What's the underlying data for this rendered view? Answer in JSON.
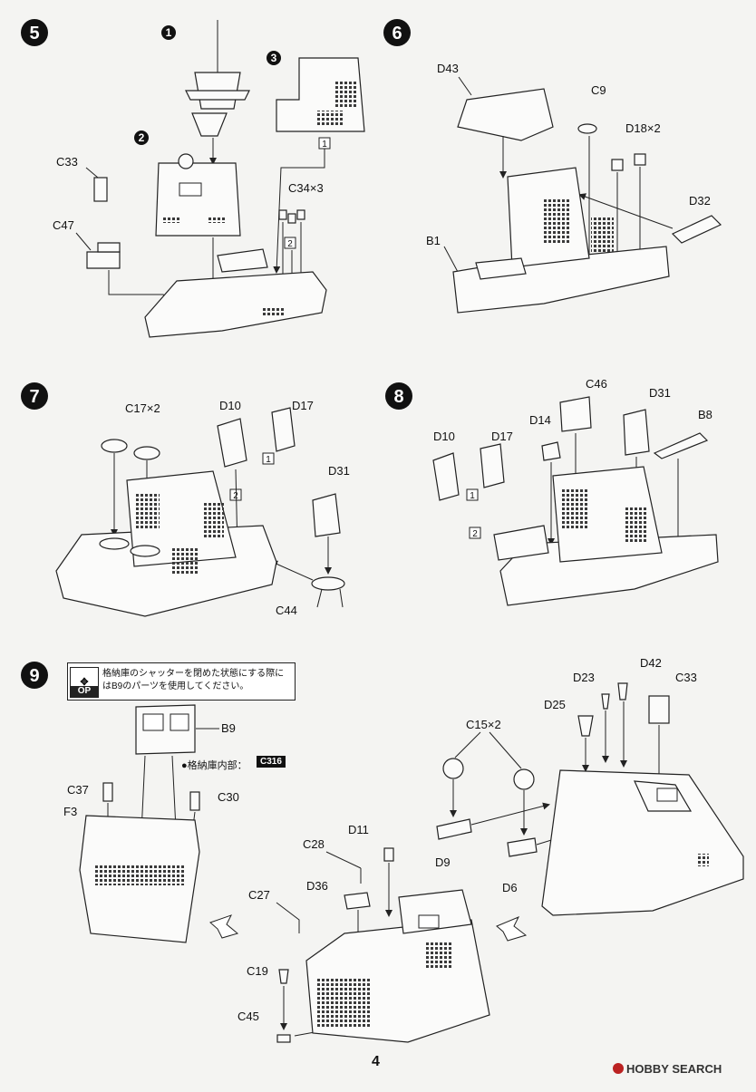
{
  "steps": [
    {
      "number": "5",
      "labels": [
        "C33",
        "C47",
        "C34×3"
      ],
      "callouts": [
        "1",
        "2",
        "3"
      ],
      "boxes": [
        "1",
        "2"
      ]
    },
    {
      "number": "6",
      "labels": [
        "D43",
        "C9",
        "D18×2",
        "D32",
        "B1"
      ]
    },
    {
      "number": "7",
      "labels": [
        "C17×2",
        "D10",
        "D17",
        "D31",
        "C44"
      ],
      "boxes": [
        "1",
        "2"
      ]
    },
    {
      "number": "8",
      "labels": [
        "C46",
        "D31",
        "D10",
        "D17",
        "D14",
        "B8"
      ],
      "boxes": [
        "1",
        "2"
      ]
    },
    {
      "number": "9",
      "labels": [
        "B9",
        "C37",
        "C30",
        "F3",
        "C28",
        "D11",
        "C27",
        "D36",
        "C19",
        "C45"
      ]
    }
  ],
  "step10": {
    "labels": [
      "D23",
      "D42",
      "C33",
      "D25",
      "C15×2",
      "D9",
      "D6"
    ]
  },
  "note": {
    "icon": "OP",
    "text": "格納庫のシャッターを閉めた状態にする際にはB9のパーツを使用してください。"
  },
  "interior": {
    "label": "●格納庫内部：",
    "code": "C316"
  },
  "page_number": "4",
  "watermark": "HOBBY SEARCH"
}
